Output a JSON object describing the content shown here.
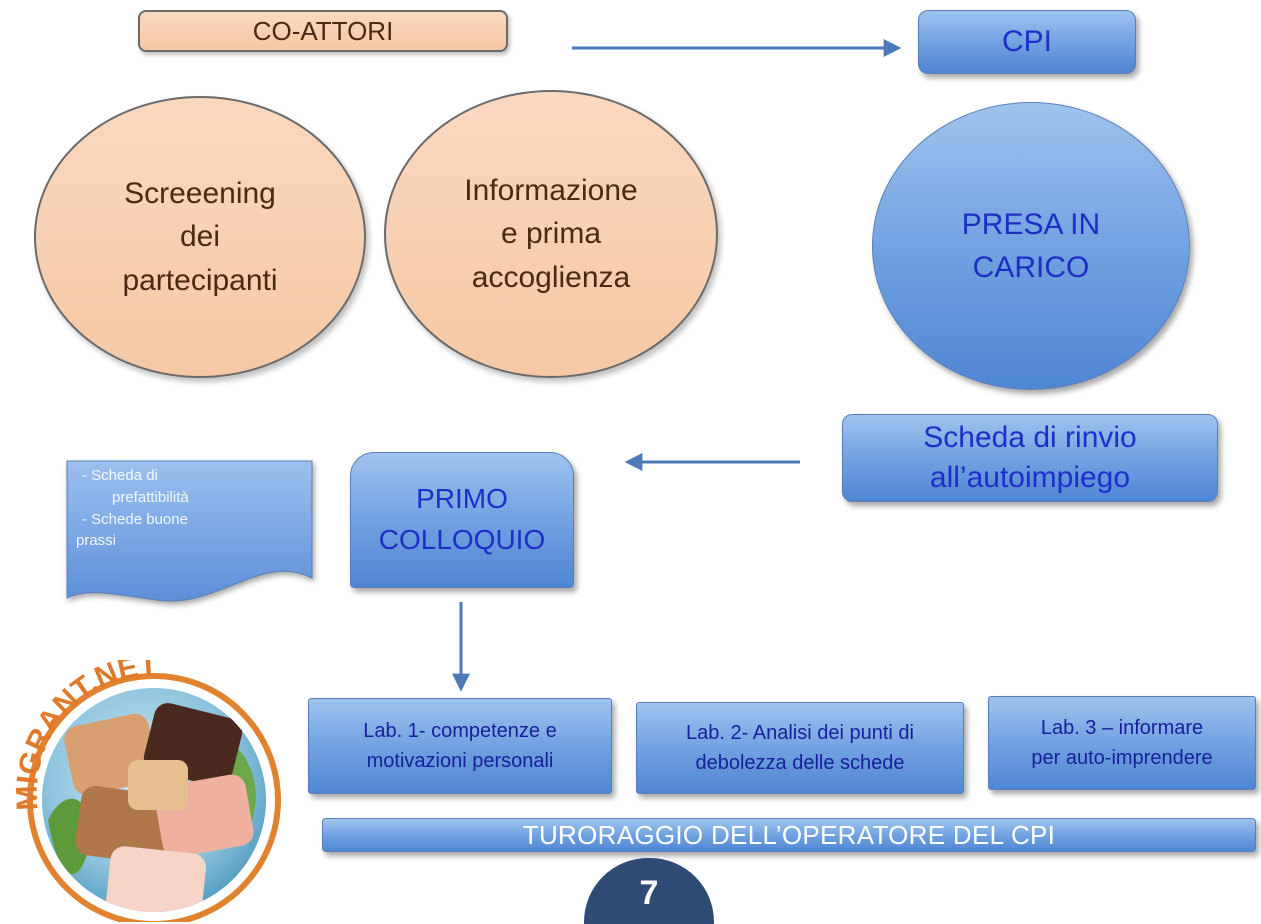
{
  "co_attori": {
    "header": "CO-ATTORI",
    "screening": [
      "Screeening",
      "dei",
      "partecipanti"
    ],
    "informazione": [
      "Informazione",
      "e prima",
      "accoglienza"
    ]
  },
  "cpi": {
    "header": "CPI",
    "presa_in_carico": [
      "PRESA IN",
      "CARICO"
    ],
    "scheda_rinvio": [
      "Scheda di rinvio",
      "all’autoimpiego"
    ],
    "primo_colloquio": [
      "PRIMO",
      "COLLOQUIO"
    ]
  },
  "document": {
    "item1_line1": "-    Scheda di",
    "item1_line2": "prefattibilità",
    "item2_line1": "-  Schede buone",
    "item2_line2": "prassi"
  },
  "labs": [
    {
      "line1": "Lab. 1- competenze e",
      "line2": "motivazioni personali"
    },
    {
      "line1": "Lab. 2- Analisi dei punti di",
      "line2": "debolezza delle schede"
    },
    {
      "line1": "Lab. 3 – informare",
      "line2": "per auto-imprendere"
    }
  ],
  "tutoraggio": "TURORAGGIO DELL’OPERATORE DEL CPI",
  "page_number": "7",
  "logo_text": "MIGRANT.NET",
  "colors": {
    "peach_fill": "#f6c8a4",
    "blue_fill": "#6e9fe0",
    "blue_text": "#1d2fc8",
    "arrow": "#4f7ab8",
    "page_tab": "#2f4a74"
  }
}
